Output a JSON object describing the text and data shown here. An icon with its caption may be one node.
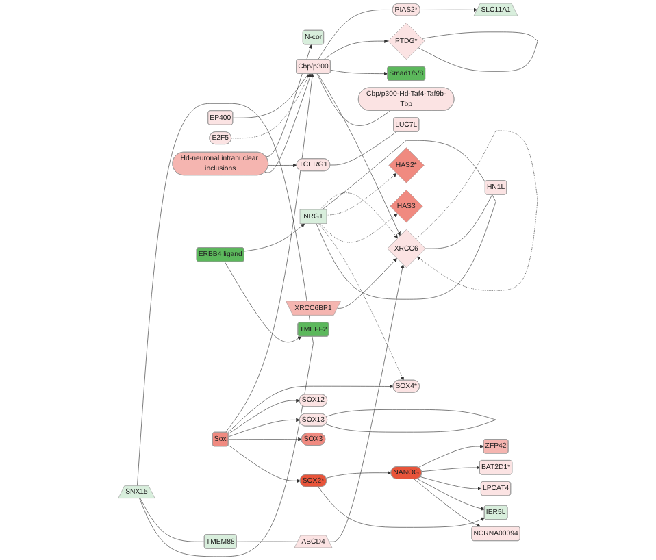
{
  "diagram": {
    "nodes": [
      {
        "text": [
          "SNX15"
        ]
      },
      {
        "text": [
          "SLC11A1"
        ]
      },
      {
        "text": [
          "TMEM88"
        ]
      },
      {
        "text": [
          "PIAS2*"
        ]
      },
      {
        "text": [
          "N-cor"
        ]
      },
      {
        "text": [
          "EP400"
        ]
      },
      {
        "text": [
          "E2F5"
        ]
      },
      {
        "text": [
          "Hd-neuronal intranuclear inclusions"
        ]
      },
      {
        "text": [
          "ABCD4"
        ]
      },
      {
        "text": [
          "Cbp/p300"
        ]
      },
      {
        "text": [
          "PTDG*"
        ]
      },
      {
        "text": [
          "TCERG1"
        ]
      },
      {
        "text": [
          "Smad1/5/8"
        ]
      },
      {
        "text": [
          "Cbp/p300-Hd-Taf4-Taf9b-Tbp"
        ]
      },
      {
        "text": [
          "LUC7L"
        ]
      },
      {
        "text": [
          "XRCC6BP1"
        ]
      },
      {
        "text": [
          "XRCC6"
        ]
      },
      {
        "text": [
          "HN1L"
        ]
      },
      {
        "text": [
          "SOX4*"
        ]
      },
      {
        "text": [
          "NRG1"
        ]
      },
      {
        "text": [
          "ERBB4 ligand"
        ]
      },
      {
        "text": [
          "TMEFF2"
        ]
      },
      {
        "text": [
          "HAS2*"
        ]
      },
      {
        "text": [
          "HAS3"
        ]
      },
      {
        "text": [
          "ZFP42"
        ]
      },
      {
        "text": [
          "BAT2D1*"
        ]
      },
      {
        "text": [
          "NANOG"
        ]
      },
      {
        "text": [
          "LPCAT4"
        ]
      },
      {
        "text": [
          "IER5L"
        ]
      },
      {
        "text": [
          "NCRNA00094"
        ]
      },
      {
        "text": [
          "SOX2*"
        ]
      },
      {
        "text": [
          "SOX3"
        ]
      },
      {
        "text": [
          "Sox"
        ]
      },
      {
        "text": [
          "SOX12"
        ]
      },
      {
        "text": [
          "SOX13"
        ]
      }
    ],
    "edges": [
      {
        "from": 0,
        "to": 0,
        "arrow": "none"
      },
      {
        "from": 0,
        "to": 2,
        "arrow": "none"
      },
      {
        "from": 2,
        "to": 8,
        "arrow": "none"
      },
      {
        "from": 8,
        "to": 16,
        "arrow": "to"
      },
      {
        "from": 3,
        "to": 1,
        "arrow": "to"
      },
      {
        "from": 9,
        "to": 3,
        "arrow": "none"
      },
      {
        "from": 7,
        "to": 4,
        "arrow": "to"
      },
      {
        "from": 7,
        "to": 11,
        "arrow": "to"
      },
      {
        "from": 7,
        "to": 9,
        "arrow": "to"
      },
      {
        "from": 5,
        "to": 9,
        "arrow": "none"
      },
      {
        "from": 6,
        "to": 9,
        "arrow": "to",
        "style": "dashed"
      },
      {
        "from": 9,
        "to": 10,
        "arrow": "to"
      },
      {
        "from": 10,
        "to": 10,
        "arrow": "none"
      },
      {
        "from": 9,
        "to": 12,
        "arrow": "to"
      },
      {
        "from": 9,
        "to": 16,
        "arrow": "to"
      },
      {
        "from": 9,
        "to": 13,
        "arrow": "none"
      },
      {
        "from": 32,
        "to": 9,
        "arrow": "to"
      },
      {
        "from": 11,
        "to": 14,
        "arrow": "none"
      },
      {
        "from": 15,
        "to": 16,
        "arrow": "to"
      },
      {
        "from": 16,
        "to": 16,
        "arrow": "to",
        "style": "dashed"
      },
      {
        "from": 16,
        "to": 17,
        "arrow": "none"
      },
      {
        "from": 19,
        "to": 16,
        "arrow": "to",
        "style": "dashed"
      },
      {
        "from": 19,
        "to": 19,
        "arrow": "none"
      },
      {
        "from": 19,
        "to": 22,
        "arrow": "to",
        "style": "dashed"
      },
      {
        "from": 19,
        "to": 23,
        "arrow": "to",
        "style": "dashed"
      },
      {
        "from": 19,
        "to": 18,
        "arrow": "to",
        "style": "dashed"
      },
      {
        "from": 20,
        "to": 19,
        "arrow": "to"
      },
      {
        "from": 20,
        "to": 21,
        "arrow": "to"
      },
      {
        "from": 32,
        "to": 18,
        "arrow": "to"
      },
      {
        "from": 32,
        "to": 33,
        "arrow": "to"
      },
      {
        "from": 32,
        "to": 34,
        "arrow": "to"
      },
      {
        "from": 34,
        "to": 34,
        "arrow": "none"
      },
      {
        "from": 32,
        "to": 31,
        "arrow": "to"
      },
      {
        "from": 32,
        "to": 30,
        "arrow": "to"
      },
      {
        "from": 30,
        "to": 26,
        "arrow": "to"
      },
      {
        "from": 30,
        "to": 28,
        "arrow": "to"
      },
      {
        "from": 26,
        "to": 24,
        "arrow": "to"
      },
      {
        "from": 26,
        "to": 25,
        "arrow": "to"
      },
      {
        "from": 26,
        "to": 27,
        "arrow": "to"
      },
      {
        "from": 26,
        "to": 28,
        "arrow": "to"
      },
      {
        "from": 26,
        "to": 29,
        "arrow": "to"
      }
    ]
  }
}
